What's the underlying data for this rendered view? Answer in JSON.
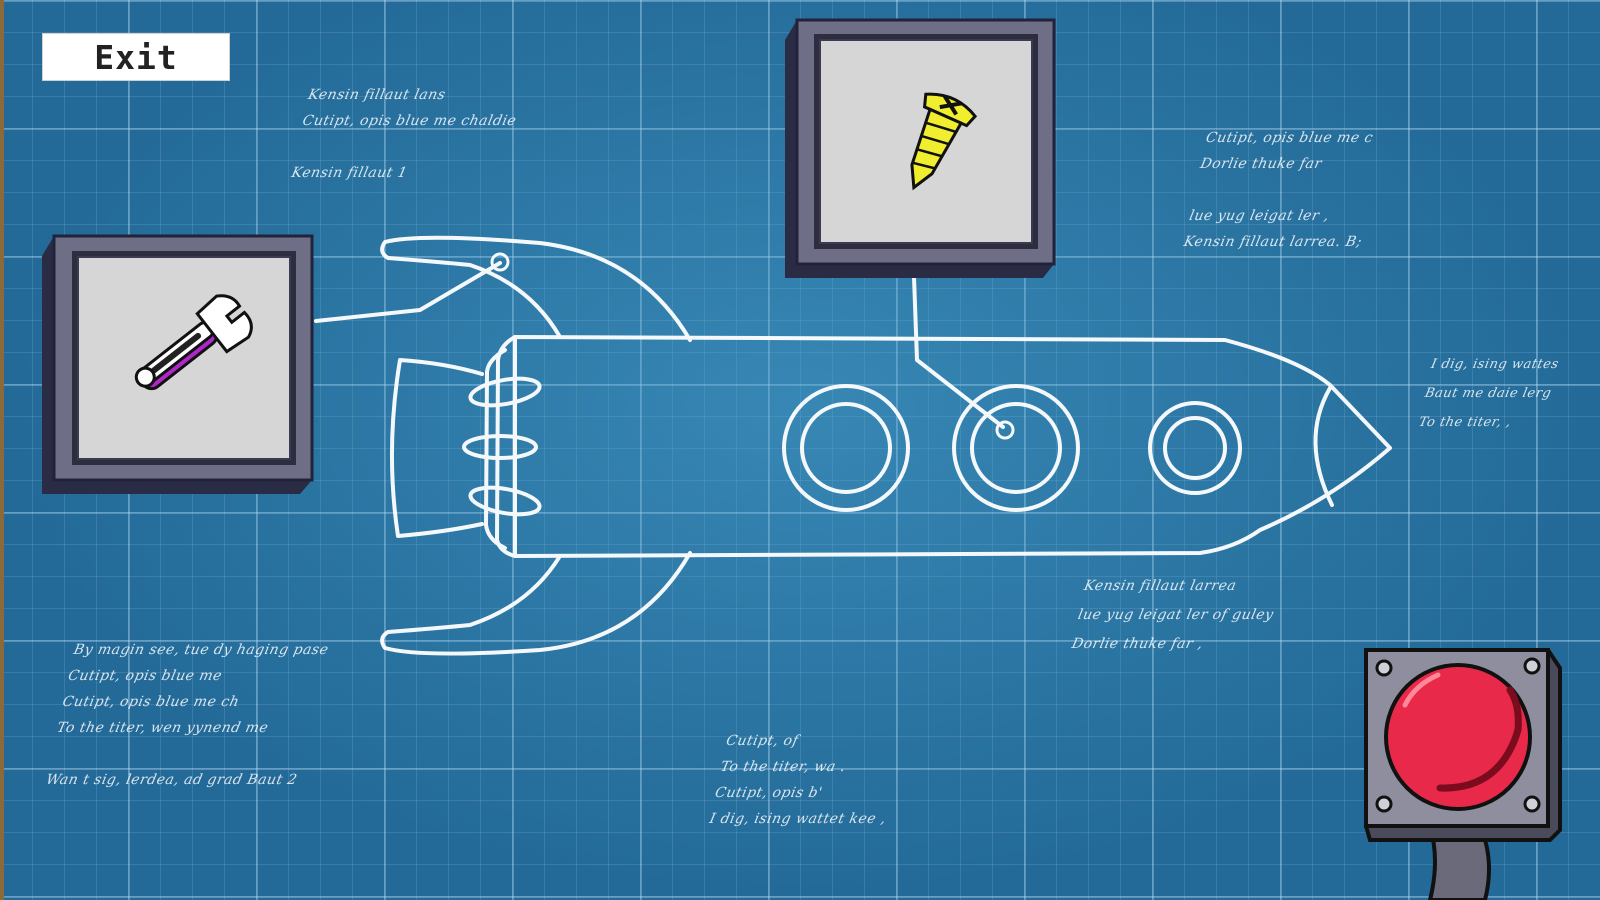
{
  "colors": {
    "board": "#236a98",
    "blueprint_line": "#ffffff",
    "button_red": "#e8294a",
    "screw_yellow": "#f1ee2f",
    "wrench_purple": "#b027c9",
    "panel_dark": "#6e6e86",
    "panel_inner": "#d6d6d6"
  },
  "exit_button": {
    "label": "Exit"
  },
  "slots": [
    {
      "name": "wrench-slot",
      "item_icon": "wrench-icon"
    },
    {
      "name": "screw-slot",
      "item_icon": "screw-icon"
    }
  ],
  "launch_button": {
    "icon": "red-push-button-icon"
  },
  "notes": {
    "top_left": [
      "Kensin fillaut lans",
      "Cutipt, opis blue me chaldie",
      "",
      "Kensin fillaut 1"
    ],
    "top_right": [
      "Cutipt, opis blue me c",
      "Dorlie thuke far",
      "",
      "lue yug leigat ler ,",
      "Kensin fillaut larrea.  B;"
    ],
    "right": [
      "I dig, ising wattes",
      "Baut me daie lerg",
      "To the titer, ,"
    ],
    "mid_right": [
      "Kensin fillaut larrea",
      "lue yug leigat ler of guley",
      "Dorlie thuke far ,"
    ],
    "bottom_left": [
      "By magin see, tue dy haging pase",
      "Cutipt, opis blue me",
      "Cutipt, opis blue me ch",
      "To the titer, wen yynend me",
      "",
      "Wan t sig, lerdea, ad grad   Baut 2"
    ],
    "bottom_center": [
      "Cutipt, of",
      "To the titer, wa .",
      "Cutipt, opis b'",
      "I dig, ising wattet kee ,"
    ]
  }
}
